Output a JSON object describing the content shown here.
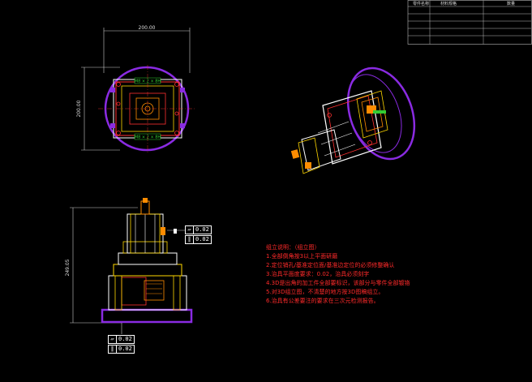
{
  "title_block": {
    "headers": [
      "零件名称",
      "材料规格",
      "数量"
    ]
  },
  "dimensions": {
    "top_width": "200.00",
    "top_height": "200.00",
    "front_height": "249.05"
  },
  "plate_labels": {
    "top": "M8 × 2 × 8H",
    "bottom": "M8 × 2 × 8H"
  },
  "tolerances": {
    "front_flatness": "0.02",
    "front_parallel": "0.02",
    "bottom_flatness": "0.02",
    "bottom_parallel": "0.02"
  },
  "notes": {
    "title": "组立说明：（组立图）",
    "items": [
      "1.全部倒角按3以上平面研磨",
      "2.定位销孔/基准定位面/基准边定位的必须修整确认",
      "3.治具平面度要求：0.02，治具必须刻字",
      "4.3D是出角的加工件全部要标识，该部分与零件全部镀铬",
      "5.对3D组立图，不清楚的地方按3D图稿组立。",
      "6.治具有公差要注的要求在三次元检测报告。"
    ]
  },
  "colors": {
    "background": "#000000",
    "purple": "#8a2be2",
    "red": "#ff2020",
    "yellow": "#ffd700",
    "white": "#ffffff",
    "orange": "#ff8c00",
    "green": "#32cd32"
  }
}
